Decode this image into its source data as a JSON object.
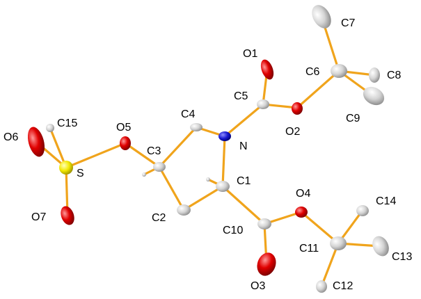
{
  "colors": {
    "bond": "#f0a41c",
    "carbon": "#c8c8c8",
    "oxygen": "#e00000",
    "nitrogen": "#1a1ac8",
    "sulfur": "#f2e800",
    "hydrogen": "#d0d0d0"
  },
  "labels": {
    "C1": "C1",
    "C2": "C2",
    "C3": "C3",
    "C4": "C4",
    "C5": "C5",
    "C6": "C6",
    "C7": "C7",
    "C8": "C8",
    "C9": "C9",
    "C10": "C10",
    "C11": "C11",
    "C12": "C12",
    "C13": "C13",
    "C14": "C14",
    "C15": "C15",
    "N": "N",
    "S": "S",
    "O1": "O1",
    "O2": "O2",
    "O3": "O3",
    "O4": "O4",
    "O5": "O5",
    "O6": "O6",
    "O7": "O7"
  }
}
